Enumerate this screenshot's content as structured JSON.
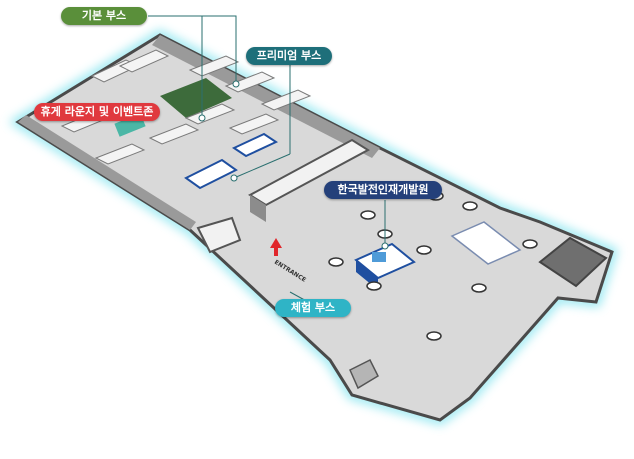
{
  "labels": {
    "basic_booth": "기본 부스",
    "premium_booth": "프리미엄 부스",
    "lounge_event_zone": "휴게 라운지 및 이벤트존",
    "kpdi": "한국발전인재개발원",
    "experience_booth": "체험 부스"
  },
  "entrance_sign": "ENTRANCE",
  "colors": {
    "basic_booth": "#5a8f3a",
    "premium_booth": "#1e6f7a",
    "lounge_event_zone": "#e0393e",
    "kpdi": "#24407a",
    "experience_booth": "#2fb4c6",
    "outline_glow": "#8fe6f0",
    "floor": "#d9d9d9",
    "lounge_carpet": "#3d6b3b",
    "entrance_arrow": "#e0262b"
  }
}
